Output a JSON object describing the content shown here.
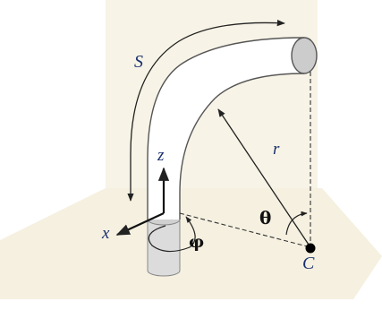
{
  "labels": {
    "arc_length": "S",
    "radius": "r",
    "polar_angle": "θ",
    "azimuth": "φ",
    "center": "C",
    "axis_x": "x",
    "axis_z": "z"
  },
  "colors": {
    "horizontal_plane": "#f5f0e0",
    "vertical_plane": "#f7f3e6",
    "tube_fill": "#ffffff",
    "tube_stroke": "#555555",
    "tube_end_cap": "#cccccc",
    "base_cylinder": "#dcdcdc",
    "label_blue": "#1a2f6e",
    "center_point": "#000000"
  }
}
